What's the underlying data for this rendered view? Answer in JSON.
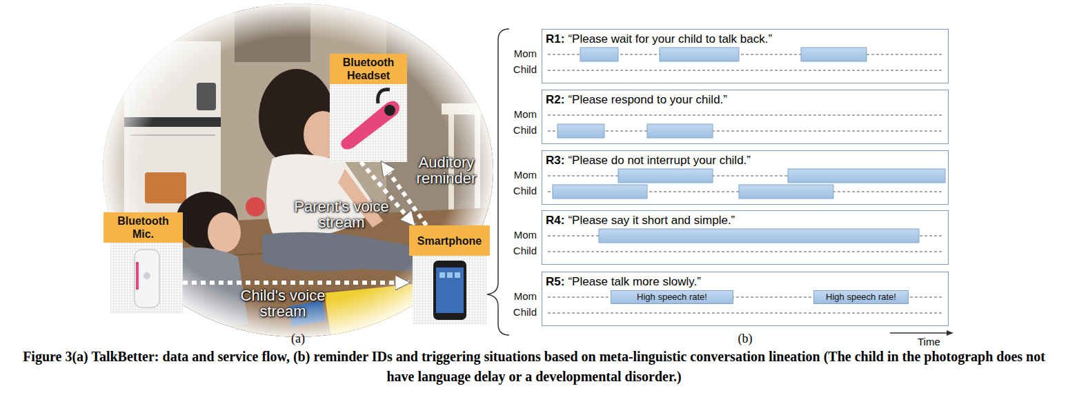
{
  "diagram": {
    "caption": "Figure 3(a) TalkBetter: data and service flow, (b) reminder IDs and triggering situations based on meta-linguistic conversation lineation (The child in the photograph does not have language delay or a developmental disorder.)",
    "nodes": [
      {
        "text": [
          "Bluetooth Headset"
        ]
      },
      {
        "text": [
          "Bluetooth Mic."
        ]
      },
      {
        "text": [
          "Smartphone"
        ]
      },
      {
        "text": [
          "R1:",
          "“Please wait for your child to talk back.”"
        ]
      },
      {
        "text": [
          "R2:",
          "“Please respond to your child.”"
        ]
      },
      {
        "text": [
          "R3:",
          "“Please do not interrupt your child.”"
        ]
      },
      {
        "text": [
          "R4:",
          "“Please say it short and simple.”"
        ]
      },
      {
        "text": [
          "R5:",
          "“Please talk more slowly.”"
        ]
      },
      {
        "text": [
          "High speech rate!"
        ],
        "in": 7
      },
      {
        "text": [
          "High speech rate!"
        ],
        "in": 7
      }
    ],
    "edges": [
      {
        "from": 1,
        "to": 2,
        "label": "Child's voice stream",
        "arrow": "to"
      },
      {
        "from": 0,
        "to": 2,
        "label": "Parent's voice stream",
        "arrow": "to"
      },
      {
        "from": 2,
        "to": 0,
        "label": "Auditory reminder",
        "arrow": "to"
      }
    ],
    "labels": [
      "Mom",
      "Child",
      "Mom",
      "Child",
      "Mom",
      "Child",
      "Mom",
      "Child",
      "Mom",
      "Child",
      "(a)",
      "(b)",
      "Time"
    ]
  }
}
